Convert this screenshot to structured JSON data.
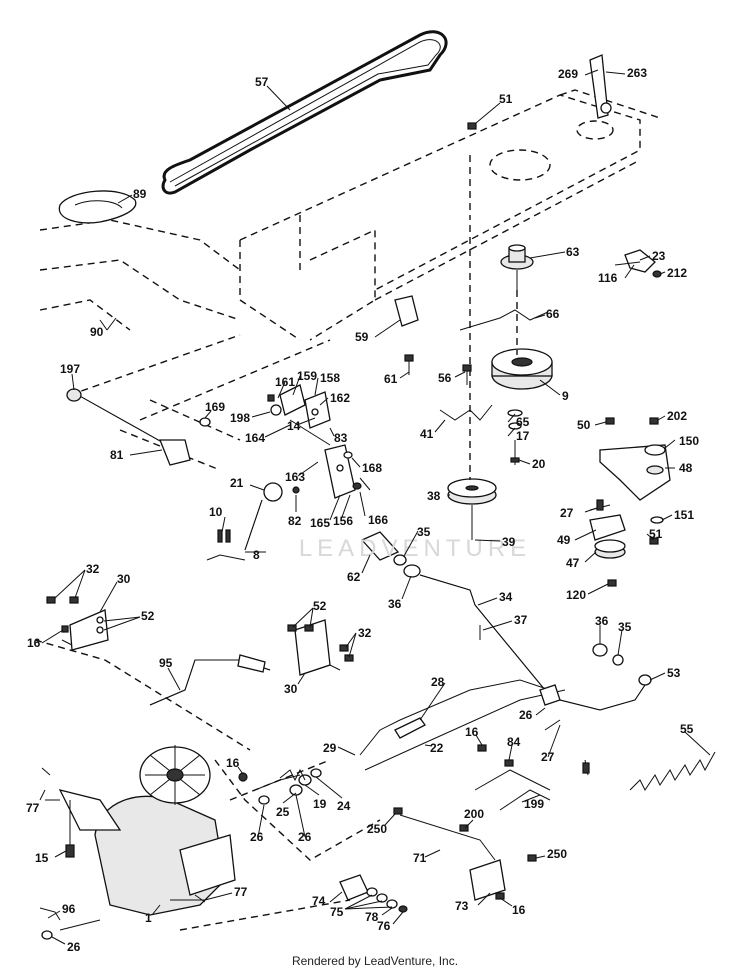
{
  "watermark": "LEADVENTURE",
  "footer": "Rendered by LeadVenture, Inc.",
  "callouts": [
    "57",
    "89",
    "90",
    "51",
    "269",
    "263",
    "63",
    "23",
    "116",
    "212",
    "59",
    "61",
    "56",
    "66",
    "9",
    "197",
    "161",
    "159",
    "158",
    "198",
    "169",
    "162",
    "81",
    "164",
    "14",
    "83",
    "163",
    "168",
    "65",
    "17",
    "41",
    "20",
    "50",
    "202",
    "150",
    "48",
    "21",
    "82",
    "165",
    "156",
    "166",
    "38",
    "27",
    "151",
    "10",
    "8",
    "35",
    "39",
    "49",
    "51",
    "47",
    "62",
    "36",
    "120",
    "32",
    "30",
    "52",
    "16",
    "52",
    "32",
    "34",
    "37",
    "36",
    "35",
    "95",
    "30",
    "53",
    "28",
    "26",
    "55",
    "29",
    "22",
    "16",
    "84",
    "27",
    "16",
    "25",
    "19",
    "24",
    "77",
    "199",
    "26",
    "26",
    "15",
    "250",
    "200",
    "71",
    "250",
    "74",
    "77",
    "75",
    "78",
    "76",
    "73",
    "16",
    "96",
    "1",
    "26"
  ]
}
